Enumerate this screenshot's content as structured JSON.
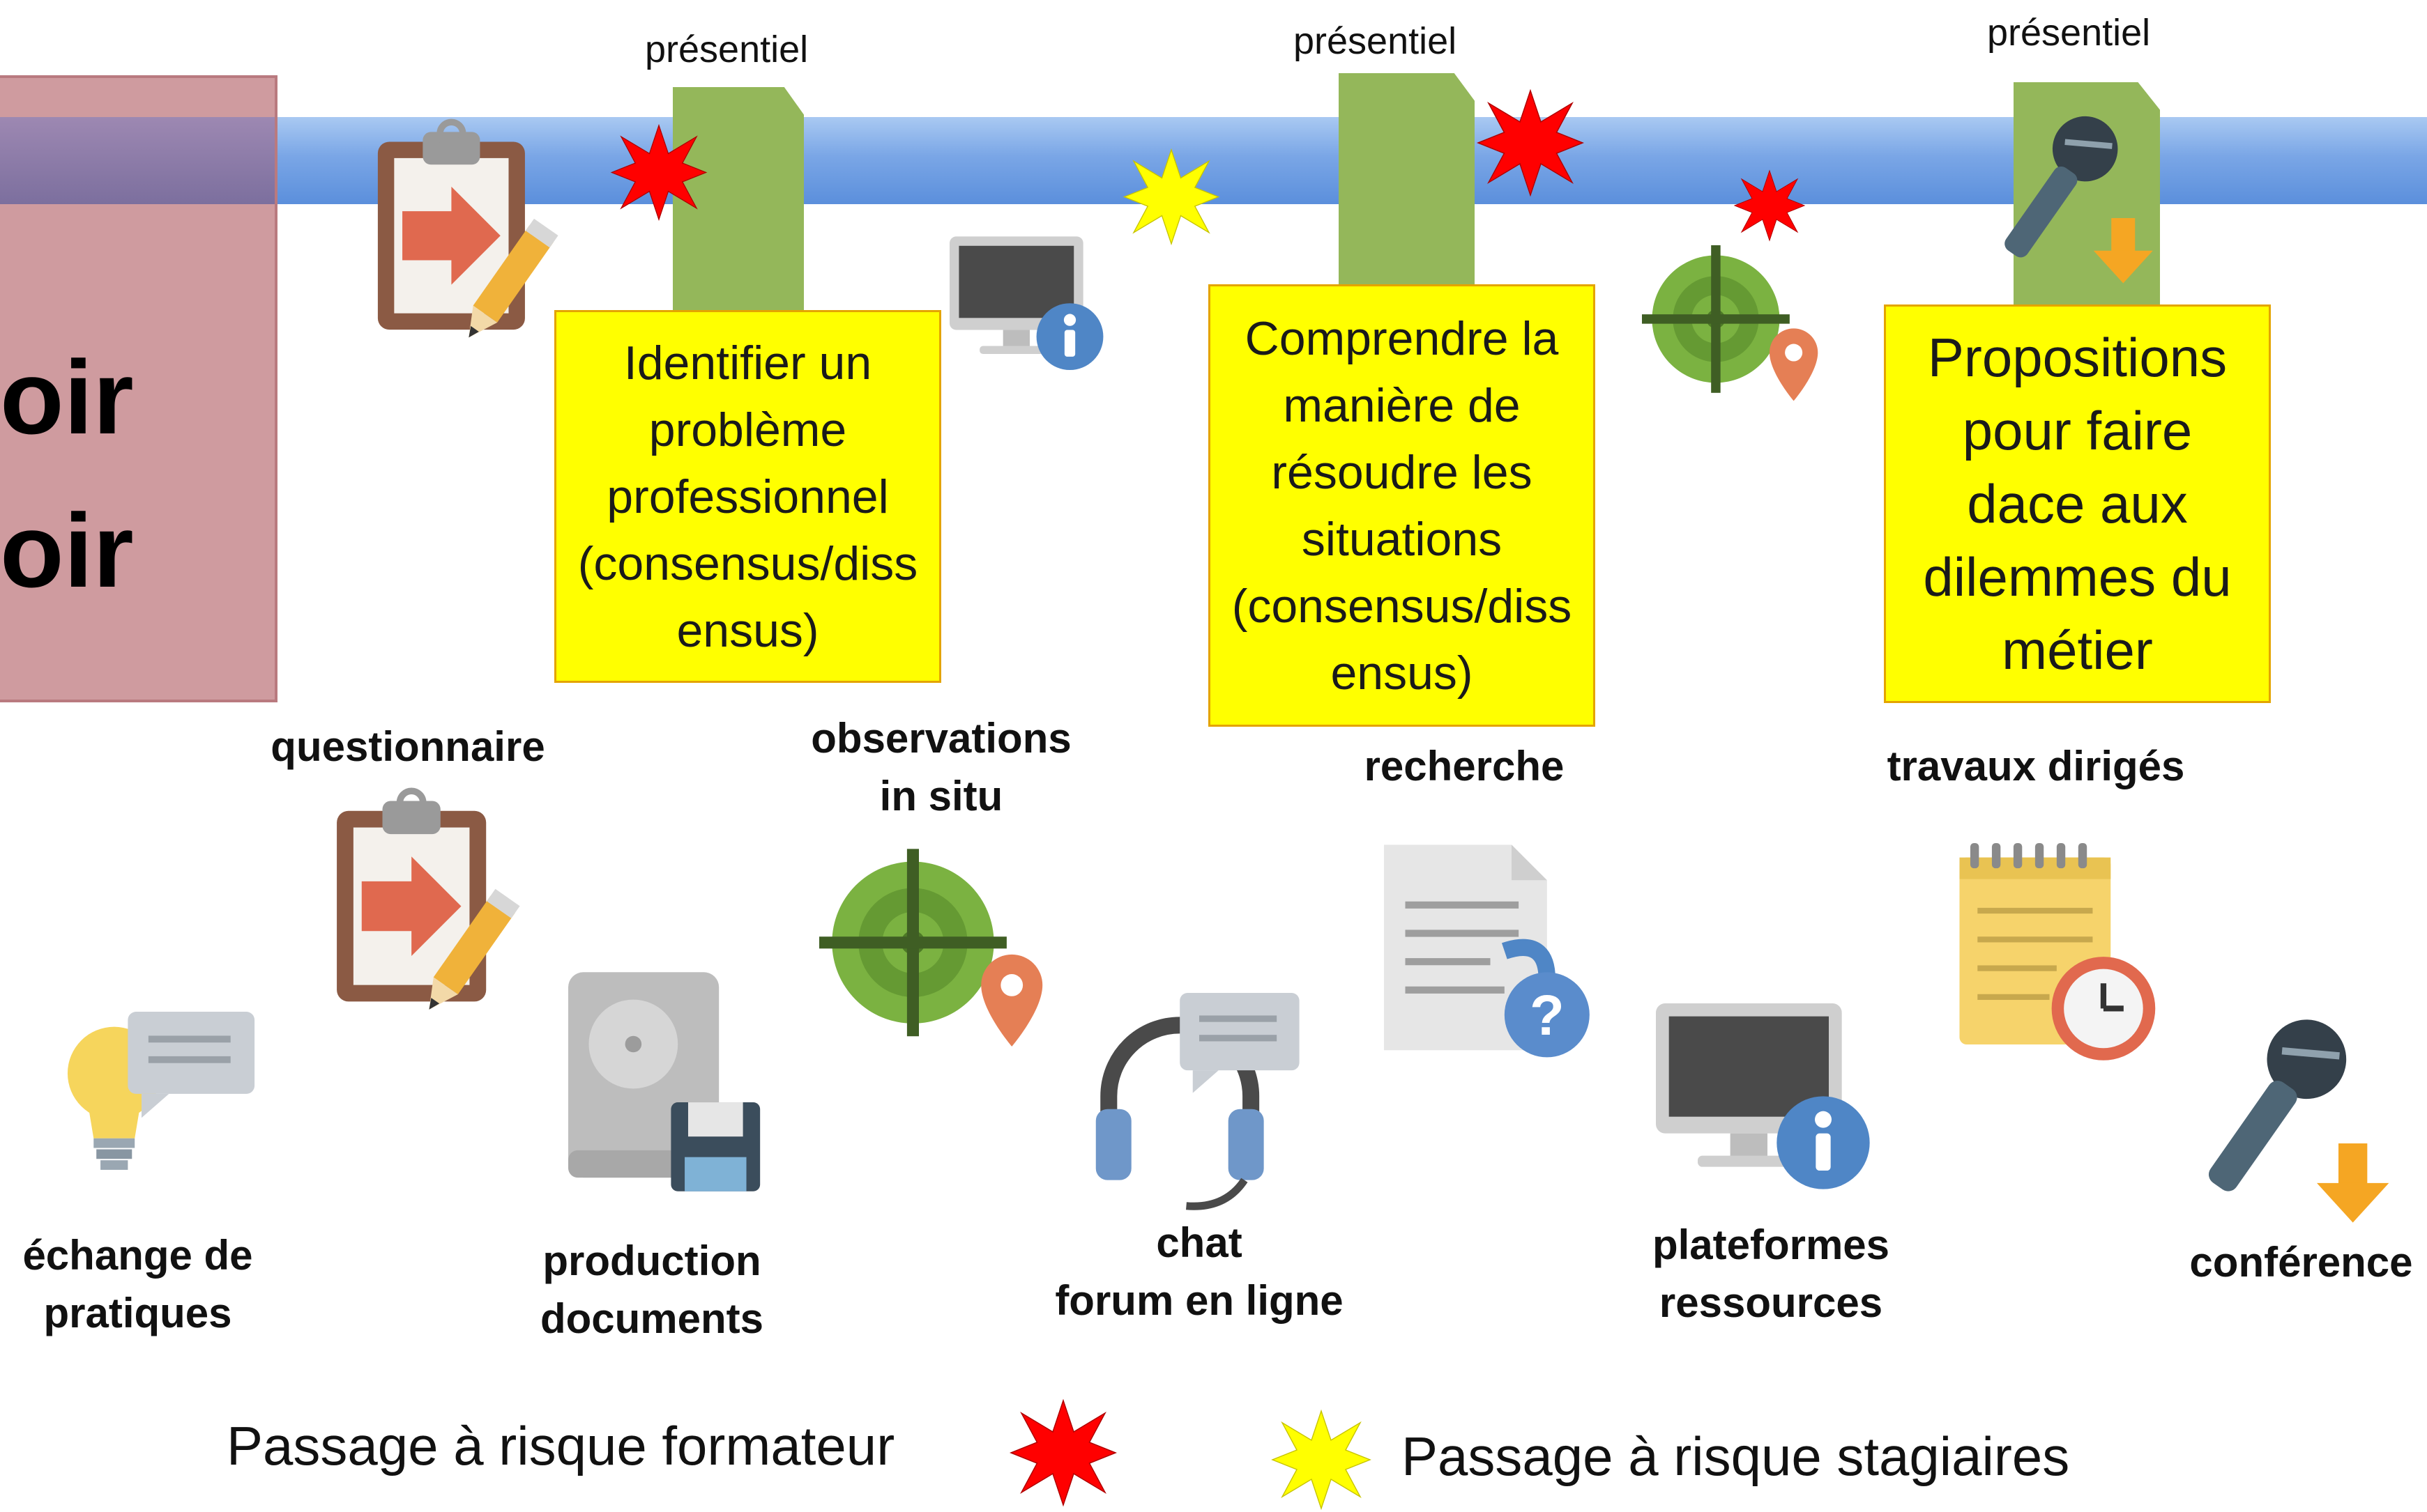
{
  "title": {
    "line1": "oir",
    "line2": "oir"
  },
  "sessions": [
    {
      "label": "présentiel",
      "note_lines": [
        "Identifier un",
        "problème",
        "professionnel",
        "(consensus/diss",
        "ensus)"
      ]
    },
    {
      "label": "présentiel",
      "note_lines": [
        "Comprendre la",
        "manière de",
        "résoudre les",
        "situations",
        "(consensus/diss",
        "ensus)"
      ]
    },
    {
      "label": "présentiel",
      "note_lines": [
        "Propositions",
        "pour faire",
        "dace aux",
        "dilemmes du",
        "métier"
      ]
    }
  ],
  "activities": {
    "questionnaire": [
      "questionnaire"
    ],
    "observations": [
      "observations",
      "in situ"
    ],
    "recherche": [
      "recherche"
    ],
    "travaux": [
      "travaux dirigés"
    ],
    "echange": [
      "échange de",
      "pratiques"
    ],
    "production": [
      "production",
      "documents"
    ],
    "chat": [
      "chat",
      "forum en ligne"
    ],
    "plateformes": [
      "plateformes",
      "ressources"
    ],
    "conference": [
      "conférence"
    ]
  },
  "legend": {
    "formateur": "Passage à risque formateur",
    "stagiaires": "Passage à risque stagiaires"
  },
  "colors": {
    "risk_formateur": "#ff0000",
    "risk_stagiaires": "#ffff00",
    "note_bg": "#ffff00",
    "tab": "#94b75a",
    "timeline": "#7aa6e6"
  },
  "icons": {
    "questionnaire": "clipboard-arrow-pencil-icon",
    "monitor": "monitor-info-icon",
    "target": "target-location-icon",
    "microphone": "microphone-download-icon",
    "lightbulb": "lightbulb-chat-icon",
    "disk": "hard-disk-save-icon",
    "headset": "headset-chat-icon",
    "document": "document-question-icon",
    "notepad": "notepad-clock-icon"
  }
}
